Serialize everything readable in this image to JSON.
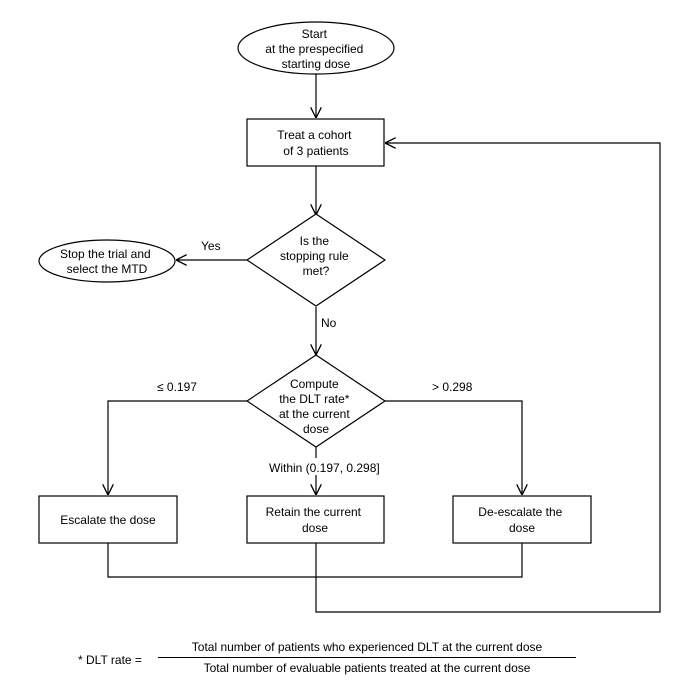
{
  "nodes": {
    "start": [
      "Start",
      "at the prespecified",
      "starting dose"
    ],
    "treat": [
      "Treat a cohort",
      "of 3 patients"
    ],
    "stopping_rule": [
      "Is the",
      "stopping rule",
      "met?"
    ],
    "stop_trial": [
      "Stop the trial and",
      "select the MTD"
    ],
    "compute": [
      "Compute",
      "the DLT rate*",
      "at the current",
      "dose"
    ],
    "escalate": [
      "Escalate the dose"
    ],
    "retain": [
      "Retain the current",
      "dose"
    ],
    "deescalate": [
      "De-escalate the",
      "dose"
    ]
  },
  "edge_labels": {
    "yes": "Yes",
    "no": "No",
    "low": "≤ 0.197",
    "high": "> 0.298",
    "within": "Within (0.197, 0.298]"
  },
  "footnote": {
    "prefix": "* DLT rate =",
    "numerator": "Total number of patients who experienced DLT at the current dose",
    "denominator": "Total number of evaluable patients treated at the current dose"
  }
}
